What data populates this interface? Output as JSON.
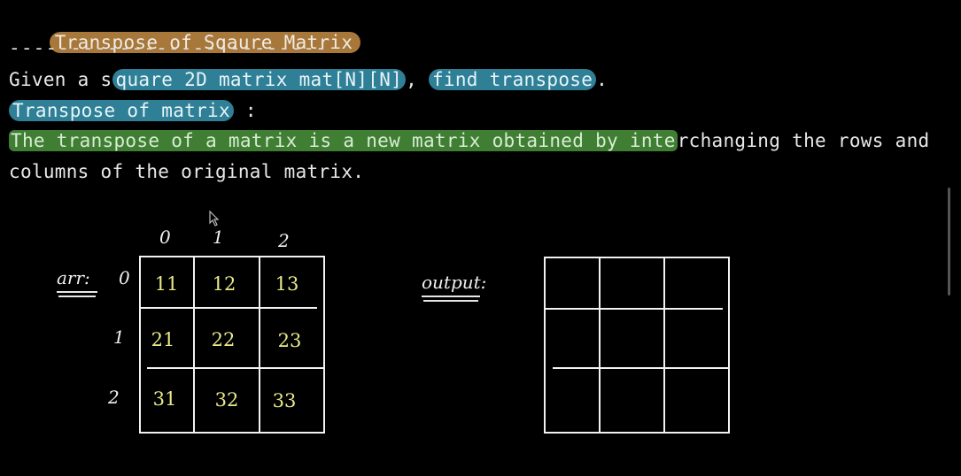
{
  "title": "Transpose of Sqaure Matrix",
  "divider": "--------------------------",
  "line1": {
    "before": "Given a s",
    "hl1": "quare 2D matrix mat[N][N]",
    "mid": ", ",
    "hl2": "find transpose",
    "after": "."
  },
  "line2": {
    "hl": "Transpose of matrix",
    "after": " :"
  },
  "line3": {
    "hl": "The transpose of a matrix is a new matrix obtained by inte",
    "after": "rchanging the rows and"
  },
  "line4": "columns of the original matrix.",
  "arr": {
    "label": "arr:",
    "col_indices": [
      "0",
      "1",
      "2"
    ],
    "row_indices": [
      "0",
      "1",
      "2"
    ],
    "cells": [
      [
        "11",
        "12",
        "13"
      ],
      [
        "21",
        "22",
        "23"
      ],
      [
        "31",
        "32",
        "33"
      ]
    ]
  },
  "output": {
    "label": "output:"
  },
  "colors": {
    "title_highlight": "#a8773a",
    "blue_highlight": "#2f7f96",
    "green_highlight": "#3f7e33",
    "cell_text": "#e9e88a"
  },
  "icons": [
    "mouse-cursor-icon"
  ]
}
